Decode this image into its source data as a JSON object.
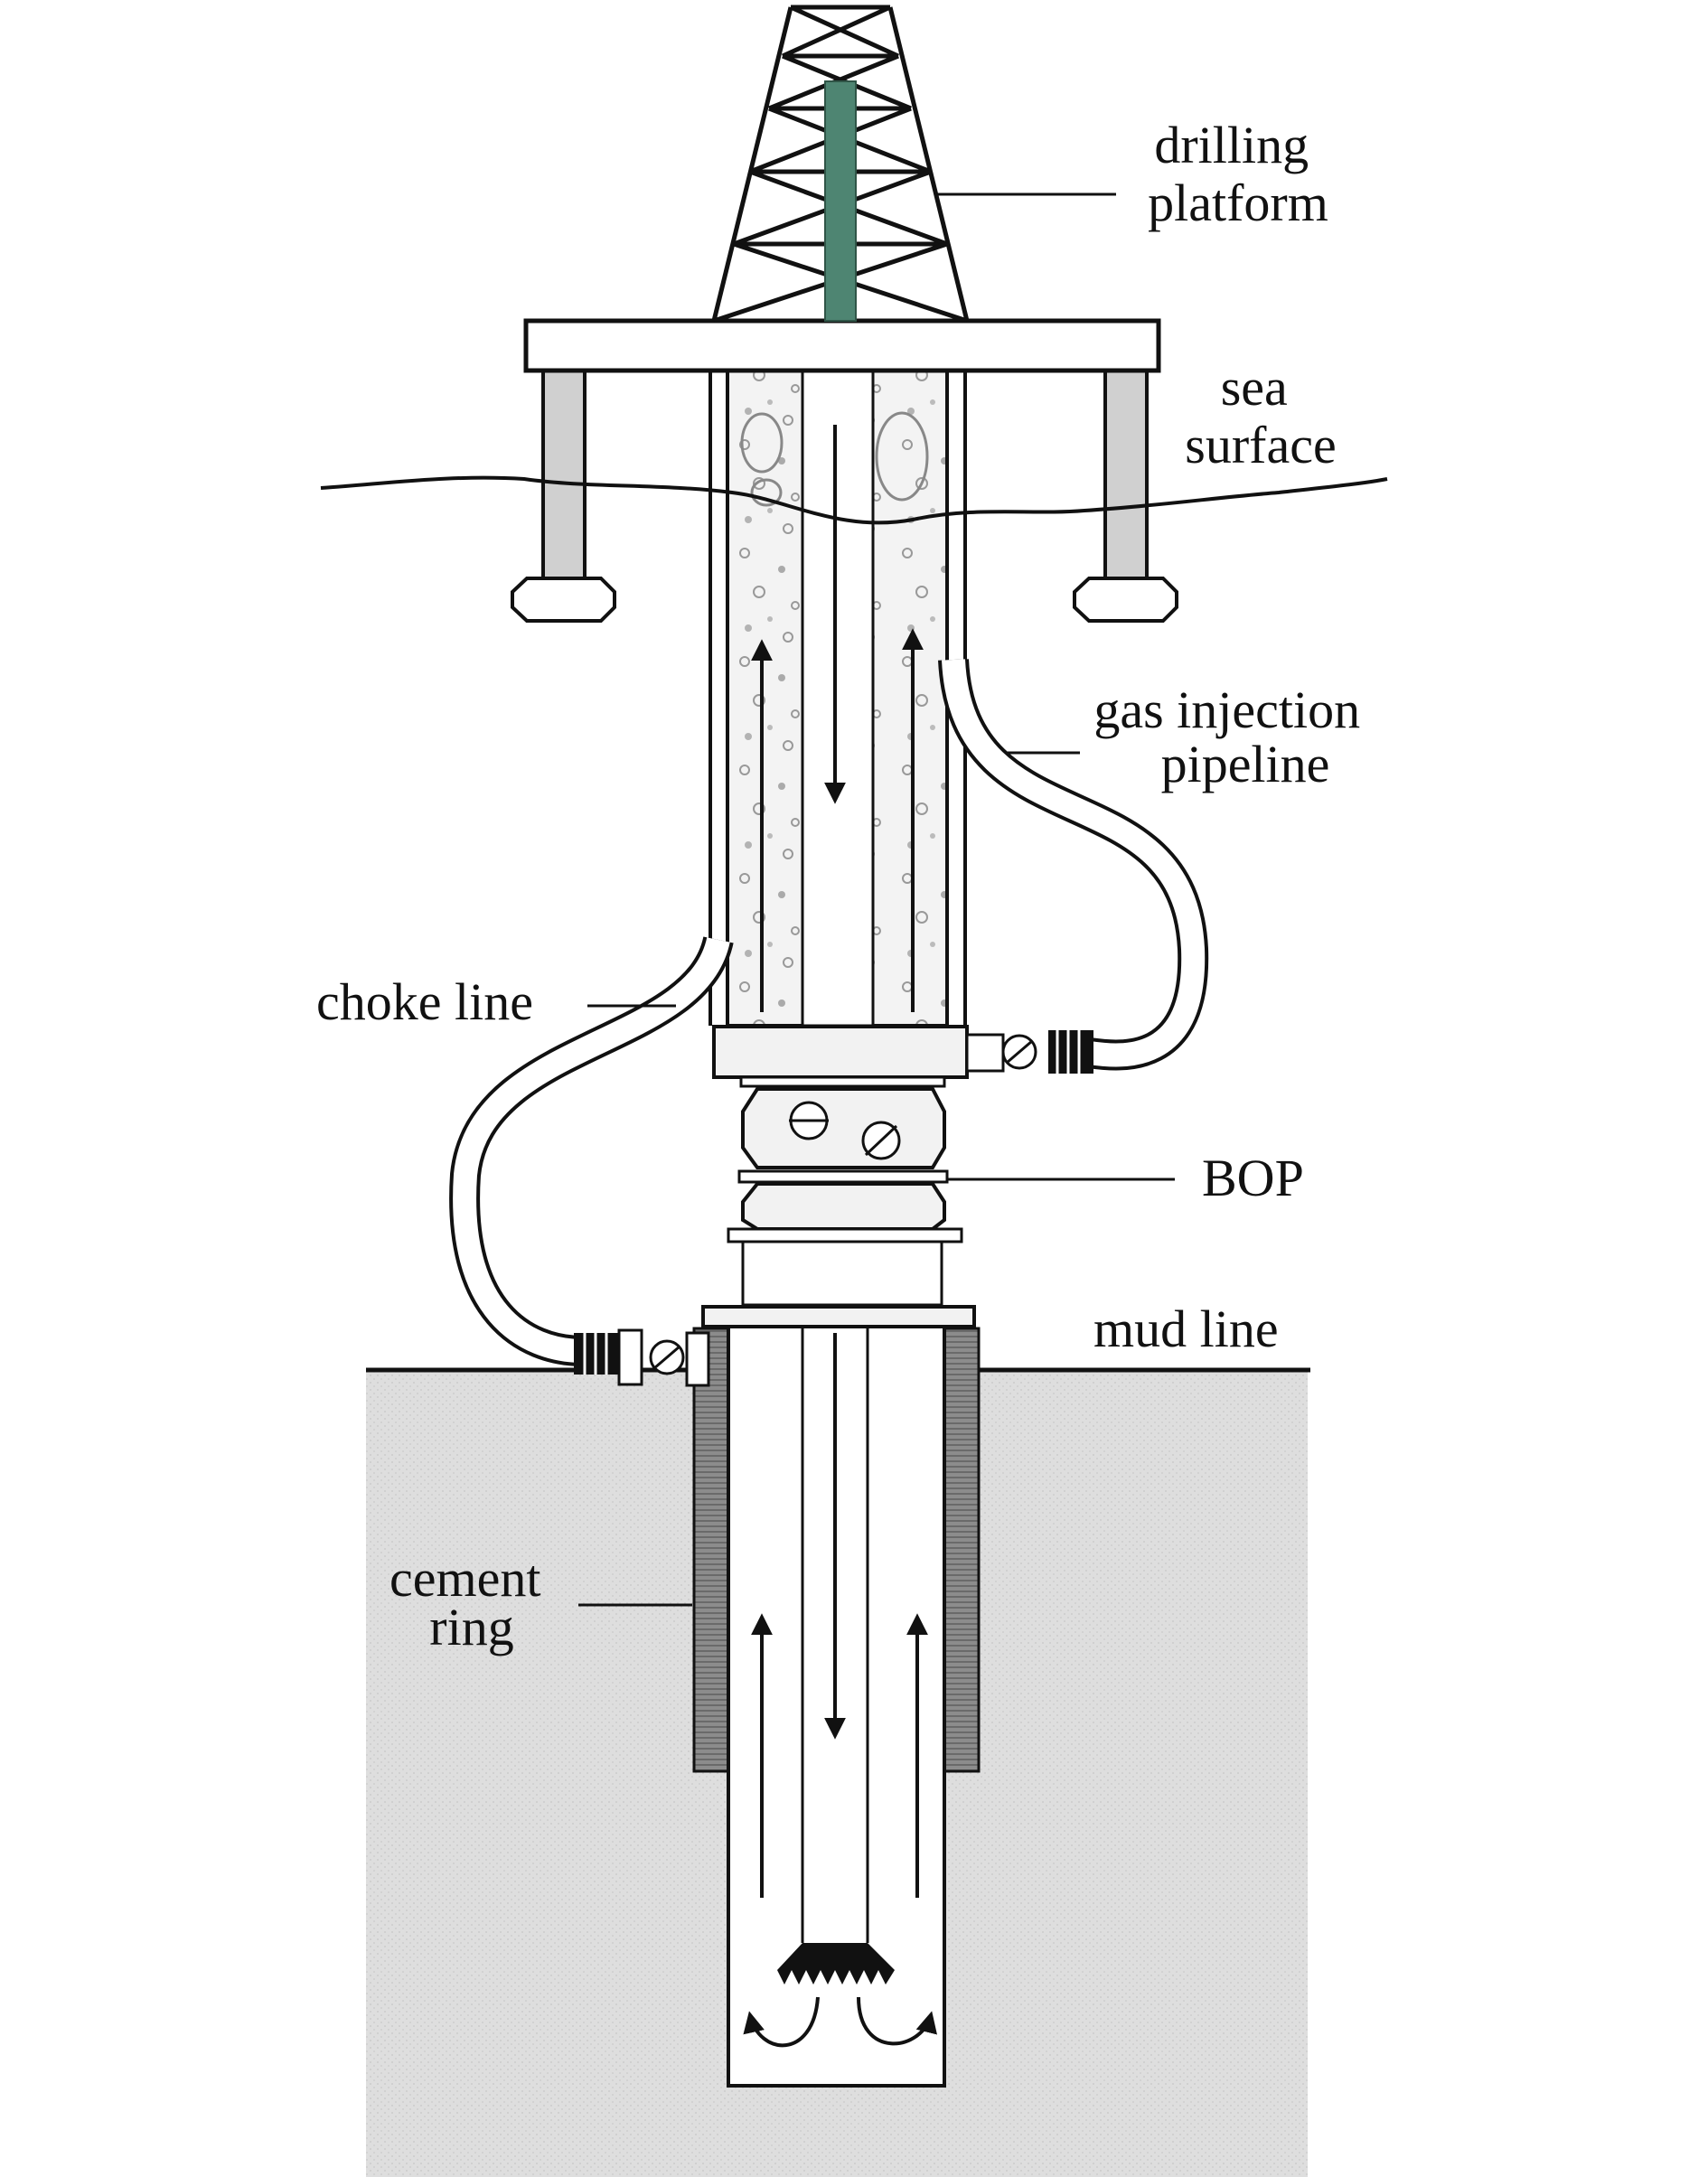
{
  "labels": {
    "drilling_platform": [
      "drilling",
      "platform"
    ],
    "sea_surface": [
      "sea",
      "surface"
    ],
    "gas_injection_pipeline": [
      "gas injection",
      "pipeline"
    ],
    "choke_line": "choke line",
    "bop": "BOP",
    "mud_line": "mud line",
    "cement_ring": [
      "cement",
      "ring"
    ]
  },
  "colors": {
    "derrick_pipe": "#4e8572",
    "seabed": "#dddddd",
    "cement": "#8a8a8a",
    "platform_legs": "#d0d0d0",
    "stroke": "#111111"
  }
}
